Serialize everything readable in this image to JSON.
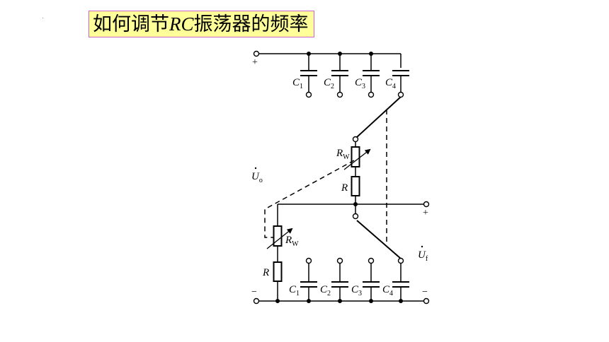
{
  "title": {
    "prefix": "如何调节",
    "rc": "RC",
    "suffix": "振荡器的频率"
  },
  "terminals": {
    "top_plus": "+",
    "right_plus": "+",
    "bottom_left_minus": "−",
    "bottom_right_minus": "−"
  },
  "voltages": {
    "output": {
      "symbol": "U",
      "sub": "o"
    },
    "feedback": {
      "symbol": "U",
      "sub": "f"
    }
  },
  "top_capacitors": [
    {
      "symbol": "C",
      "sub": "1"
    },
    {
      "symbol": "C",
      "sub": "2"
    },
    {
      "symbol": "C",
      "sub": "3"
    },
    {
      "symbol": "C",
      "sub": "4"
    }
  ],
  "bottom_capacitors": [
    {
      "symbol": "C",
      "sub": "1"
    },
    {
      "symbol": "C",
      "sub": "2"
    },
    {
      "symbol": "C",
      "sub": "3"
    },
    {
      "symbol": "C",
      "sub": "4"
    }
  ],
  "resistors": {
    "upper_variable": {
      "symbol": "R",
      "sub": "W"
    },
    "upper_fixed": {
      "symbol": "R"
    },
    "lower_variable": {
      "symbol": "R",
      "sub": "W"
    },
    "lower_fixed": {
      "symbol": "R"
    }
  }
}
